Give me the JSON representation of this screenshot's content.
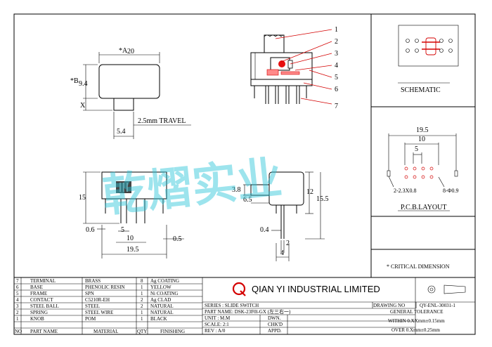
{
  "watermark": "乾熠实业",
  "front_view": {
    "width_label": "*A",
    "width_value": "20",
    "height_label": "*B",
    "height_value": "9.4",
    "x_label": "X",
    "knob_width": "5.4",
    "travel": "2.5mm  TRAVEL"
  },
  "side_view_callouts": [
    "1",
    "2",
    "3",
    "4",
    "5",
    "6",
    "7"
  ],
  "schematic": {
    "title": "SCHEMATIC"
  },
  "pcb_layout": {
    "title": "P.C.B.LAYOUT",
    "dim_overall": "19.5",
    "dim_middle": "10",
    "dim_inner": "5",
    "hole_pad": "2-2.3X0.8",
    "hole_round": "8-Φ0.9"
  },
  "bottom_views": {
    "left": {
      "height": "15",
      "d1": "0.6",
      "d2": "5",
      "d3": "10",
      "d4": "0.5",
      "d5": "19.5"
    },
    "right": {
      "h1": "3.8",
      "h2": "6.5",
      "h3": "12",
      "h4": "15.5",
      "w1": "0.4",
      "w2": "2",
      "w3": "4"
    }
  },
  "critical_note": "* CRITICAL  DIMENSION",
  "bom": {
    "rows": [
      {
        "no": "7",
        "part": "TERMINAL",
        "material": "BRASS",
        "qty": "8",
        "finish": "Ag COATING"
      },
      {
        "no": "6",
        "part": "BASE",
        "material": "PHENOLIC RESIN",
        "qty": "1",
        "finish": "YELLOW"
      },
      {
        "no": "5",
        "part": "FRAME",
        "material": "SPN",
        "qty": "1",
        "finish": "Ni COATING"
      },
      {
        "no": "4",
        "part": "CONTACT",
        "material": "C5210R-EH",
        "qty": "2",
        "finish": "Ag CLAD"
      },
      {
        "no": "3",
        "part": "STEEL BALL",
        "material": "STEEL",
        "qty": "2",
        "finish": "NATURAL"
      },
      {
        "no": "2",
        "part": "SPRING",
        "material": "STEEL WIRE",
        "qty": "1",
        "finish": "NATURAL"
      },
      {
        "no": "1",
        "part": "KNOB",
        "material": "POM",
        "qty": "1",
        "finish": "BLACK"
      }
    ],
    "header": {
      "no": "NO",
      "part": "PART NAME",
      "material": "MATERIAL",
      "qty": "QTY",
      "finish": "FINISHING"
    }
  },
  "company": {
    "name": "QIAN YI INDUSTRIAL LIMITED",
    "logo": "Q"
  },
  "title_block": {
    "series": "SERIES : SLIDE SWITCH",
    "part_name": "PART NAME: DSK-23F0l-GX (左三右一)",
    "unit": "UNIT : M.M",
    "scale": "SCALE: 2:1",
    "rev": "REV  : A/0",
    "dwn": "DWN.",
    "chkd": "CHK'D",
    "appd": "APPD."
  },
  "drawing_no": {
    "label": "DRAWING NO",
    "value": "QY-ENL-30031-1"
  },
  "tolerance": {
    "title": "GENERAL TOLERANCE",
    "within": "WITHIN 0.XXmm±0.15mm",
    "over": "OVER  0.Xmm±0.25mm"
  }
}
